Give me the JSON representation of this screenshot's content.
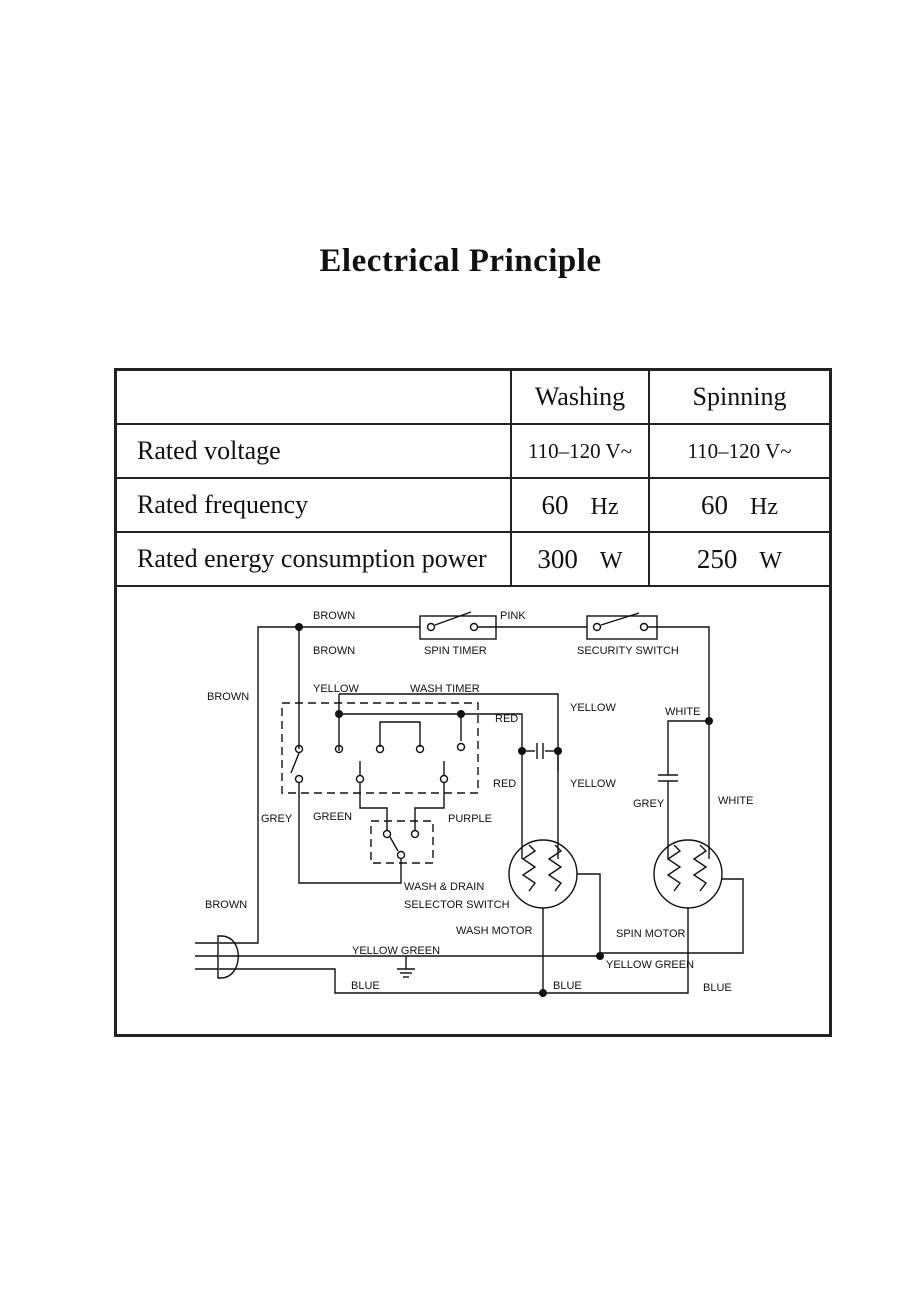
{
  "page_title": "Electrical  Principle",
  "spec_table": {
    "headers": [
      "",
      "Washing",
      "Spinning"
    ],
    "rows": [
      {
        "label": "Rated voltage",
        "washing": "110–120 V~",
        "spinning": "110–120 V~"
      },
      {
        "label": "Rated frequency",
        "washing_value": "60",
        "washing_unit": "Hz",
        "spinning_value": "60",
        "spinning_unit": "Hz"
      },
      {
        "label": "Rated energy consumption power",
        "washing_value": "300",
        "washing_unit": "W",
        "spinning_value": "250",
        "spinning_unit": "W"
      }
    ]
  },
  "diagram": {
    "wire_labels": {
      "brown_top": "BROWN",
      "brown_inner": "BROWN",
      "brown_left": "BROWN",
      "brown_plug": "BROWN",
      "pink": "PINK",
      "yellow_top": "YELLOW",
      "yellow_right": "YELLOW",
      "yellow_cap": "YELLOW",
      "red_top": "RED",
      "red_cap": "RED",
      "white_top": "WHITE",
      "white_right": "WHITE",
      "grey_left": "GREY",
      "grey_cap": "GREY",
      "green": "GREEN",
      "purple": "PURPLE",
      "yellow_green_left": "YELLOW GREEN",
      "yellow_green_right": "YELLOW GREEN",
      "blue_left": "BLUE",
      "blue_mid": "BLUE",
      "blue_right": "BLUE"
    },
    "components": {
      "spin_timer": "SPIN TIMER",
      "security_switch": "SECURITY SWITCH",
      "wash_timer": "WASH TIMER",
      "wash_drain_line1": "WASH & DRAIN",
      "wash_drain_line2": "SELECTOR SWITCH",
      "wash_motor": "WASH MOTOR",
      "spin_motor": "SPIN MOTOR"
    }
  }
}
